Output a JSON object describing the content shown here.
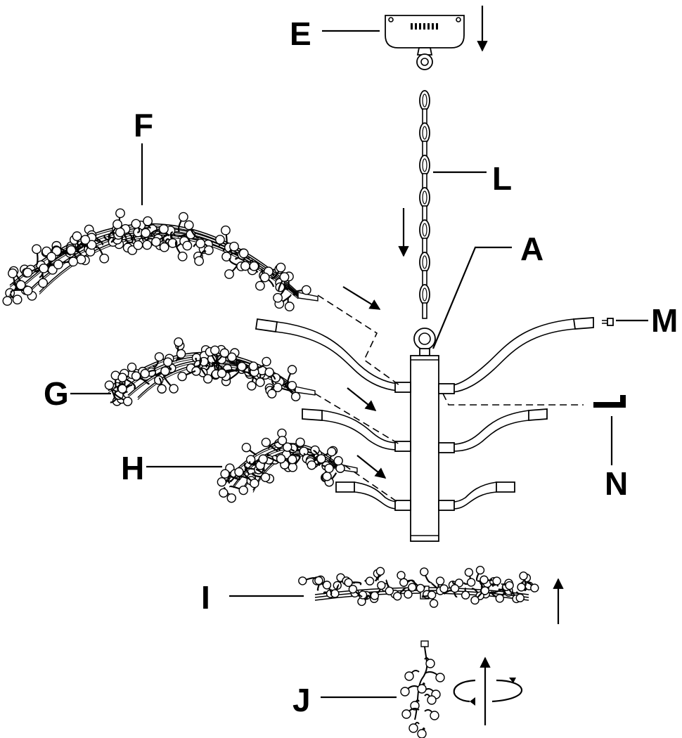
{
  "labels": {
    "A": "A",
    "E": "E",
    "F": "F",
    "G": "G",
    "H": "H",
    "I": "I",
    "J": "J",
    "L": "L",
    "M": "M",
    "N": "N"
  }
}
